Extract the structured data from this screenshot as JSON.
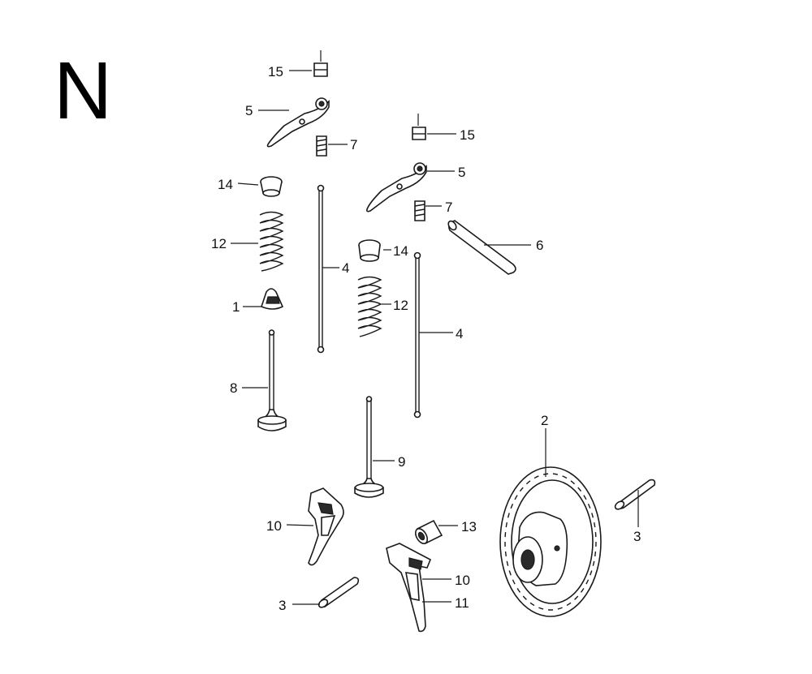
{
  "diagram": {
    "sheet_letter": "N",
    "callouts": [
      {
        "id": "c15a",
        "text": "15"
      },
      {
        "id": "c5a",
        "text": "5"
      },
      {
        "id": "c7a",
        "text": "7"
      },
      {
        "id": "c14a",
        "text": "14"
      },
      {
        "id": "c12a",
        "text": "12"
      },
      {
        "id": "c1",
        "text": "1"
      },
      {
        "id": "c4a",
        "text": "4"
      },
      {
        "id": "c8",
        "text": "8"
      },
      {
        "id": "c15b",
        "text": "15"
      },
      {
        "id": "c5b",
        "text": "5"
      },
      {
        "id": "c7b",
        "text": "7"
      },
      {
        "id": "c6",
        "text": "6"
      },
      {
        "id": "c14b",
        "text": "14"
      },
      {
        "id": "c12b",
        "text": "12"
      },
      {
        "id": "c4b",
        "text": "4"
      },
      {
        "id": "c9",
        "text": "9"
      },
      {
        "id": "c2",
        "text": "2"
      },
      {
        "id": "c3a",
        "text": "3"
      },
      {
        "id": "c10a",
        "text": "10"
      },
      {
        "id": "c13",
        "text": "13"
      },
      {
        "id": "c10b",
        "text": "10"
      },
      {
        "id": "c11",
        "text": "11"
      },
      {
        "id": "c3b",
        "text": "3"
      }
    ]
  }
}
